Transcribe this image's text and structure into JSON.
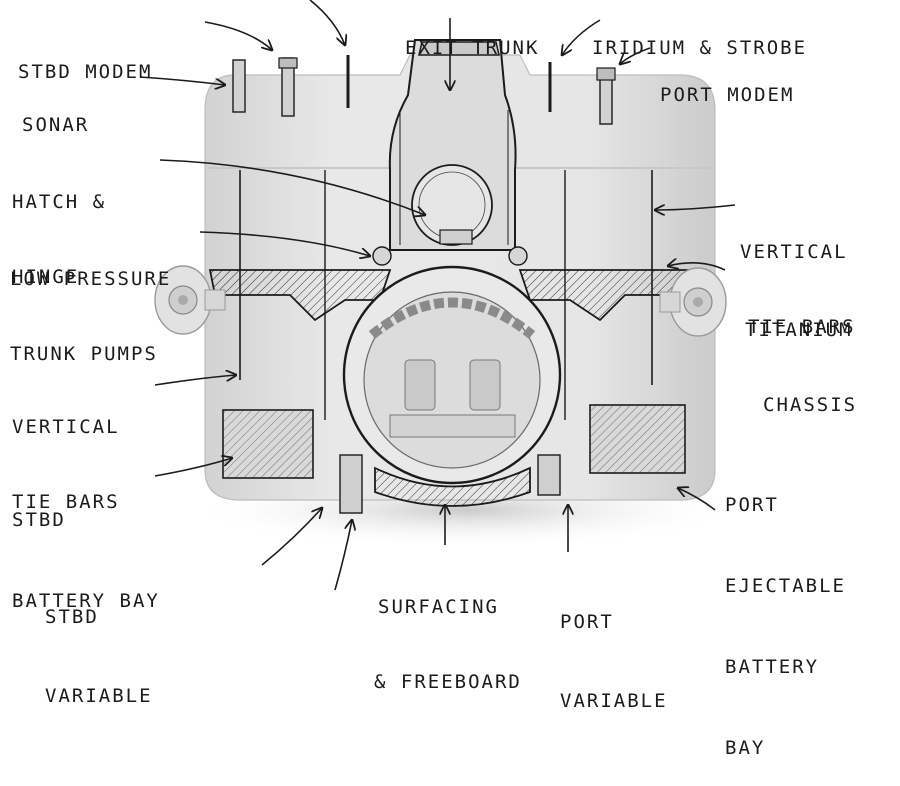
{
  "labels": {
    "stbd_modem": [
      "STBD MODEM"
    ],
    "exit_trunk": [
      "EXIT TRUNK"
    ],
    "iridium_strobe": [
      "IRIDIUM & STROBE"
    ],
    "port_modem": [
      "PORT MODEM"
    ],
    "sonar": [
      "SONAR"
    ],
    "hatch_hinge": [
      "HATCH &",
      "HINGE"
    ],
    "low_pressure": [
      "LOW PRESSURE",
      "TRUNK PUMPS"
    ],
    "vertical_tie_right": [
      "VERTICAL",
      "TIE BARS"
    ],
    "titanium_chassis": [
      "TITANIUM",
      "CHASSIS"
    ],
    "vertical_tie_left": [
      "VERTICAL",
      "TIE BARS"
    ],
    "stbd_battery": [
      "STBD",
      "BATTERY BAY"
    ],
    "port_battery": [
      "PORT",
      "EJECTABLE",
      "BATTERY",
      "BAY"
    ],
    "stbd_variable": [
      "STBD",
      "VARIABLE"
    ],
    "surfacing": [
      "SURFACING",
      "& FREEBOARD"
    ],
    "port_variable": [
      "PORT",
      "VARIABLE"
    ]
  },
  "colors": {
    "background": "#ffffff",
    "hull": "#e3e3e3",
    "hull_shadow": "#c4c4c4",
    "ink": "#1b1b1b"
  }
}
